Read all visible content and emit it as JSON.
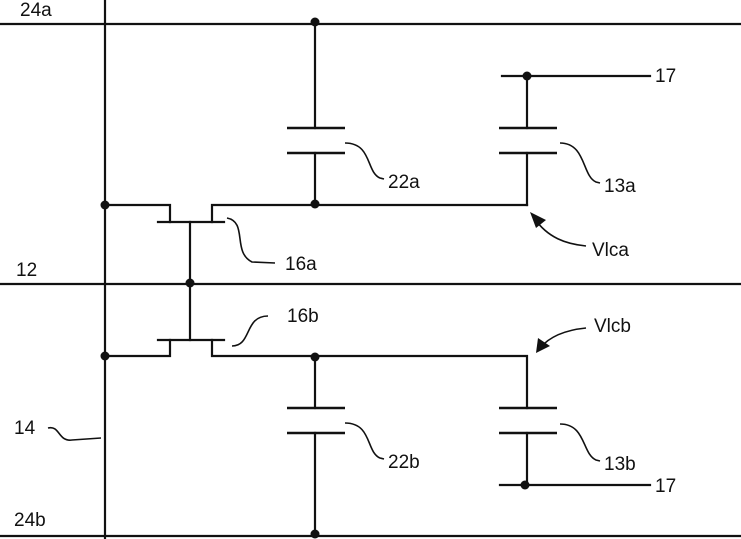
{
  "labels": {
    "line_24a": "24a",
    "line_12": "12",
    "line_24b": "24b",
    "line_14": "14",
    "cap_22a": "22a",
    "cap_22b": "22b",
    "cap_13a": "13a",
    "cap_13b": "13b",
    "tft_16a": "16a",
    "tft_16b": "16b",
    "common_17_top": "17",
    "common_17_bottom": "17",
    "voltage_a": "Vlca",
    "voltage_b": "Vlcb"
  }
}
